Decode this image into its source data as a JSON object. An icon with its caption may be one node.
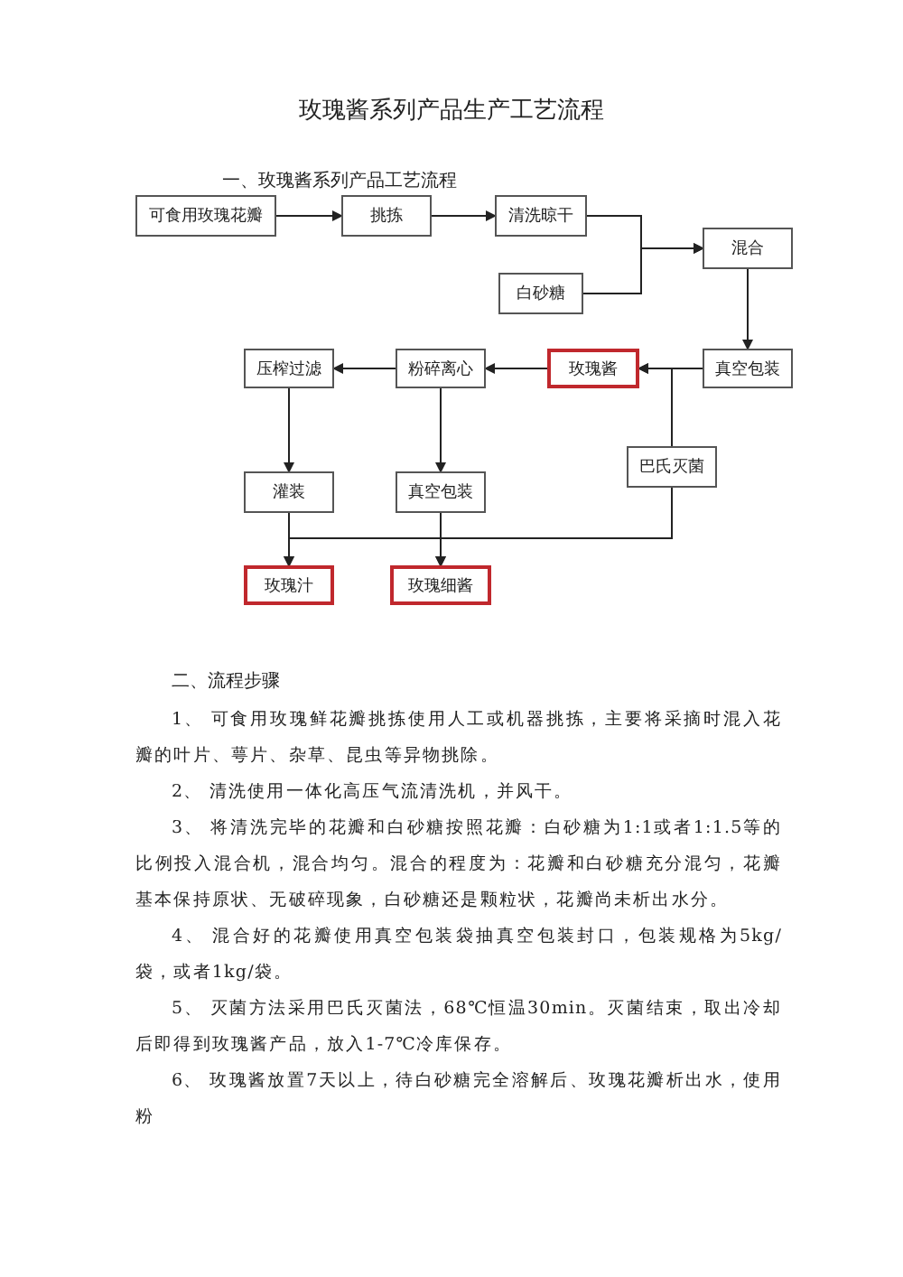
{
  "diagram": {
    "title": "玫瑰酱系列产品生产工艺流程",
    "nodes": [
      {
        "text": [
          "可食用玫瑰花瓣"
        ]
      },
      {
        "text": [
          "挑拣"
        ]
      },
      {
        "text": [
          "清洗晾干"
        ]
      },
      {
        "text": [
          "白砂糖"
        ]
      },
      {
        "text": [
          "混合"
        ]
      },
      {
        "text": [
          "真空包装"
        ]
      },
      {
        "text": [
          "玫瑰酱"
        ]
      },
      {
        "text": [
          "粉碎离心"
        ]
      },
      {
        "text": [
          "压榨过滤"
        ]
      },
      {
        "text": [
          "巴氏灭菌"
        ]
      },
      {
        "text": [
          "灌装"
        ]
      },
      {
        "text": [
          "真空包装"
        ]
      },
      {
        "text": [
          "玫瑰汁"
        ]
      },
      {
        "text": [
          "玫瑰细酱"
        ]
      }
    ],
    "edges": [
      {
        "from": 0,
        "to": 1,
        "arrow": "to"
      },
      {
        "from": 1,
        "to": 2,
        "arrow": "to"
      },
      {
        "from": 2,
        "to": 4,
        "arrow": "to"
      },
      {
        "from": 3,
        "to": 4,
        "arrow": "to"
      },
      {
        "from": 4,
        "to": 5,
        "arrow": "to"
      },
      {
        "from": 5,
        "to": 6,
        "arrow": "to"
      },
      {
        "from": 9,
        "to": 6,
        "arrow": "to"
      },
      {
        "from": 6,
        "to": 7,
        "arrow": "to"
      },
      {
        "from": 7,
        "to": 8,
        "arrow": "to"
      },
      {
        "from": 8,
        "to": 10,
        "arrow": "to"
      },
      {
        "from": 7,
        "to": 11,
        "arrow": "to"
      },
      {
        "from": 10,
        "to": 12,
        "arrow": "to"
      },
      {
        "from": 11,
        "to": 13,
        "arrow": "to"
      },
      {
        "from": 9,
        "to": 12,
        "arrow": "to"
      },
      {
        "from": 9,
        "to": 13,
        "arrow": "to"
      }
    ],
    "labels": [
      "一、玫瑰酱系列产品工艺流程",
      "二、流程步骤",
      "1、 可食用玫瑰鲜花瓣挑拣使用人工或机器挑拣，主要将采摘时混入花瓣的叶片、萼片、杂草、昆虫等异物挑除。",
      "2、 清洗使用一体化高压气流清洗机，并风干。",
      "3、 将清洗完毕的花瓣和白砂糖按照花瓣：白砂糖为1:1或者1:1.5等的比例投入混合机，混合均匀。混合的程度为：花瓣和白砂糖充分混匀，花瓣基本保持原状、无破碎现象，白砂糖还是颗粒状，花瓣尚未析出水分。",
      "4、 混合好的花瓣使用真空包装袋抽真空包装封口，包装规格为5kg/袋，或者1kg/袋。",
      "5、 灭菌方法采用巴氏灭菌法，68℃恒温30min。灭菌结束，取出冷却后即得到玫瑰酱产品，放入1-7℃冷库保存。",
      "6、 玫瑰酱放置7天以上，待白砂糖完全溶解后、玫瑰花瓣析出水，使用粉"
    ]
  }
}
